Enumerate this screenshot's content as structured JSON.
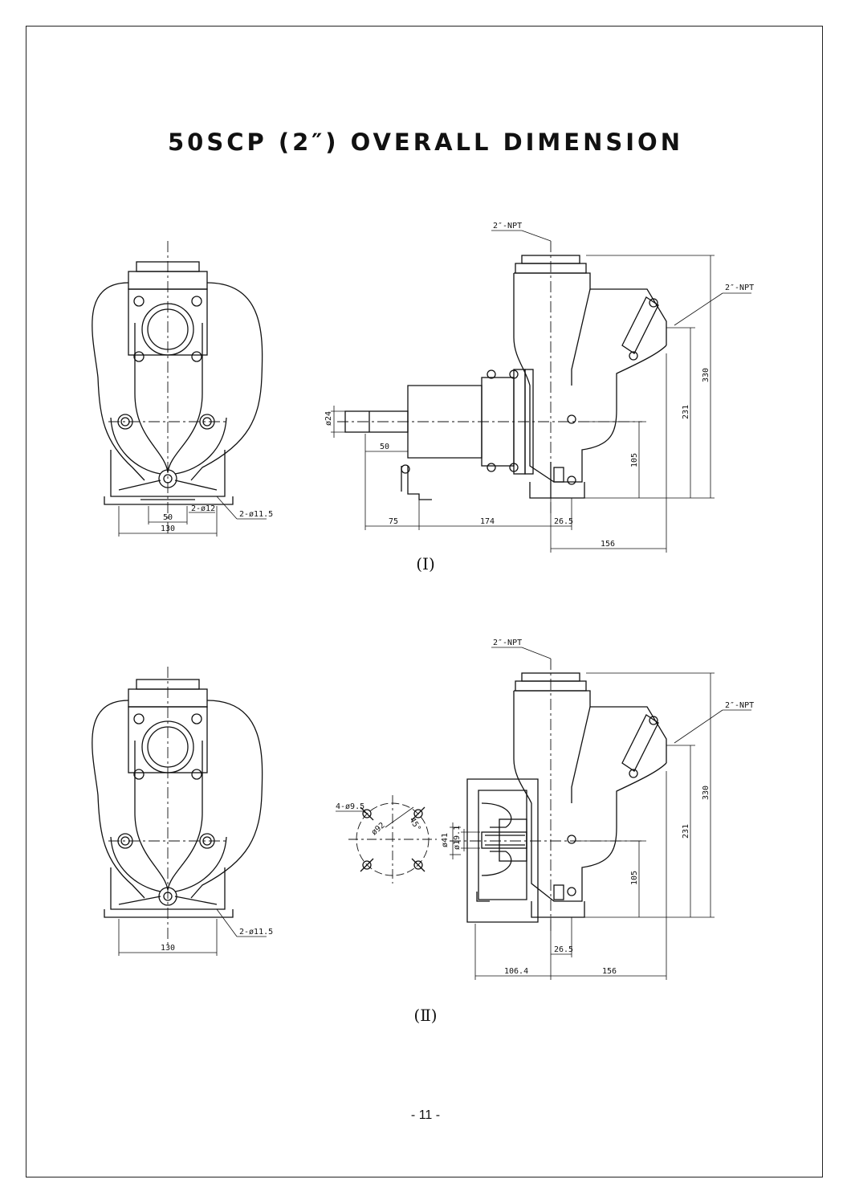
{
  "page": {
    "title": "50SCP (2″) OVERALL  DIMENSION",
    "page_number": "- 11 -"
  },
  "figure1": {
    "caption": "(Ⅰ)",
    "front_view": {
      "dim_50": "50",
      "dim_130": "130",
      "hole_2_d12": "2-ø12",
      "hole_2_d11_5": "2-ø11.5"
    },
    "side_view": {
      "inlet_label": "2″-NPT",
      "outlet_label": "2″-NPT",
      "shaft_dia": "ø24",
      "shaft_len": "50",
      "dim_75": "75",
      "dim_174": "174",
      "dim_26_5": "26.5",
      "dim_156": "156",
      "dim_105": "105",
      "dim_231": "231",
      "dim_330": "330"
    }
  },
  "figure2": {
    "caption": "(Ⅱ)",
    "front_view": {
      "dim_130": "130",
      "hole_2_d11_5": "2-ø11.5"
    },
    "flange_view": {
      "holes": "4-ø9.5",
      "pcd": "ø92",
      "angle": "45°",
      "dia_41": "ø41",
      "dia_19_1": "ø19.1"
    },
    "side_view": {
      "inlet_label": "2″-NPT",
      "outlet_label": "2″-NPT",
      "dim_26_5": "26.5",
      "dim_106_4": "106.4",
      "dim_156": "156",
      "dim_105": "105",
      "dim_231": "231",
      "dim_330": "330"
    }
  }
}
